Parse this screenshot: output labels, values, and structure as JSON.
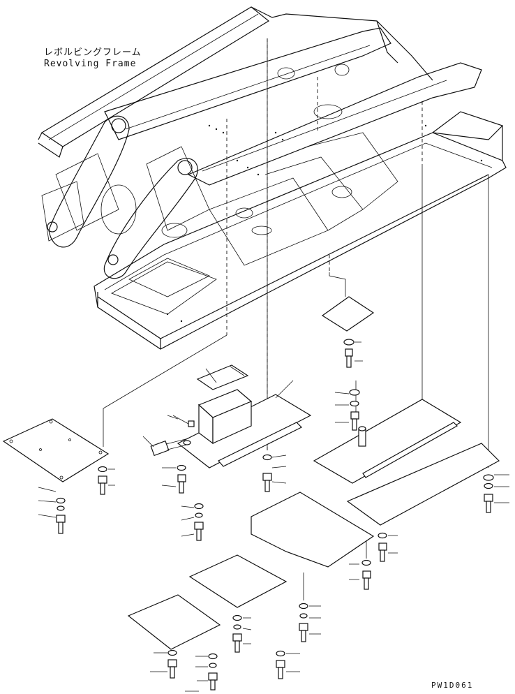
{
  "diagram": {
    "title_jp": "レボルビングフレーム",
    "title_en": "Revolving Frame",
    "drawing_code": "PW1D061"
  }
}
